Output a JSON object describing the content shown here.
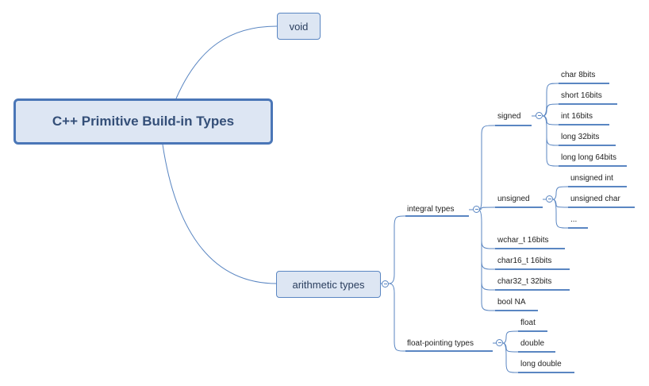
{
  "root": "C++ Primitive Build-in Types",
  "void": "void",
  "arithmetic": "arithmetic types",
  "integral": "integral types",
  "signed": "signed",
  "signed_items": [
    "char 8bits",
    "short 16bits",
    "int 16bits",
    "long 32bits",
    "long long 64bits"
  ],
  "unsigned": "unsigned",
  "unsigned_items": [
    "unsigned int",
    "unsigned char",
    "..."
  ],
  "integral_items": [
    "wchar_t 16bits",
    "char16_t 16bits",
    "char32_t 32bits",
    "bool NA"
  ],
  "float": "float-pointing types",
  "float_items": [
    "float",
    "double",
    "long double"
  ],
  "colors": {
    "line": "#5a86c2",
    "node_fill": "#dde6f3",
    "root_border": "#4a76b7",
    "root_text": "#344f78"
  }
}
